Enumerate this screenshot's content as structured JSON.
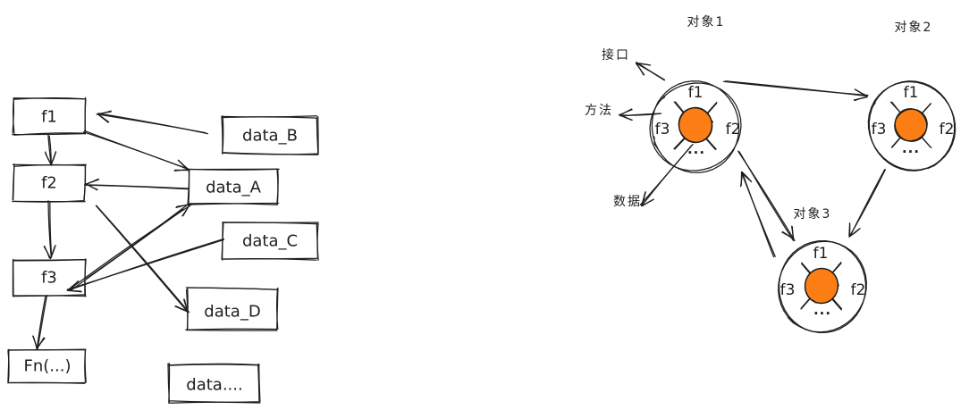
{
  "colors": {
    "background": "#ffffff",
    "stroke": "#1e1e1e",
    "object_core": "#fd7e14"
  },
  "procedural": {
    "functions": {
      "f1": "f1",
      "f2": "f2",
      "f3": "f3",
      "fn": "Fn(...)"
    },
    "data": {
      "data_b": "data_B",
      "data_a": "data_A",
      "data_c": "data_C",
      "data_d": "data_D",
      "data_more": "data...."
    }
  },
  "object_oriented": {
    "objects": [
      {
        "title": "对象1",
        "members": [
          "f1",
          "f2",
          "f3",
          "..."
        ]
      },
      {
        "title": "对象2",
        "members": [
          "f1",
          "f2",
          "f3",
          "..."
        ]
      },
      {
        "title": "对象3",
        "members": [
          "f1",
          "f2",
          "f3",
          "..."
        ]
      }
    ],
    "annotations": {
      "interface": "接口",
      "method": "方法",
      "data": "数据"
    }
  }
}
